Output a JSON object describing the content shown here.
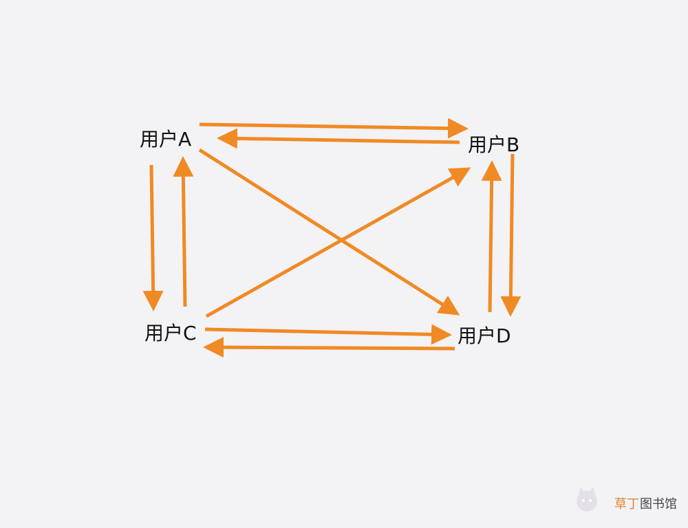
{
  "nodes": [
    {
      "id": "A",
      "label": "用户A"
    },
    {
      "id": "B",
      "label": "用户B"
    },
    {
      "id": "C",
      "label": "用户C"
    },
    {
      "id": "D",
      "label": "用户D"
    }
  ],
  "edges": [
    {
      "from": "A",
      "to": "B"
    },
    {
      "from": "B",
      "to": "A"
    },
    {
      "from": "A",
      "to": "C"
    },
    {
      "from": "C",
      "to": "A"
    },
    {
      "from": "B",
      "to": "D"
    },
    {
      "from": "D",
      "to": "B"
    },
    {
      "from": "C",
      "to": "D"
    },
    {
      "from": "D",
      "to": "C"
    },
    {
      "from": "A",
      "to": "D"
    },
    {
      "from": "C",
      "to": "B"
    }
  ],
  "colors": {
    "background": "#f3f2f5",
    "arrow": "#f08a24",
    "label": "#111111"
  },
  "watermark": {
    "icon": "cat-face-icon",
    "text_part1": "草丁",
    "text_part2": "图书馆",
    "color_part1": "#e07a1f",
    "color_part2": "#333333"
  }
}
